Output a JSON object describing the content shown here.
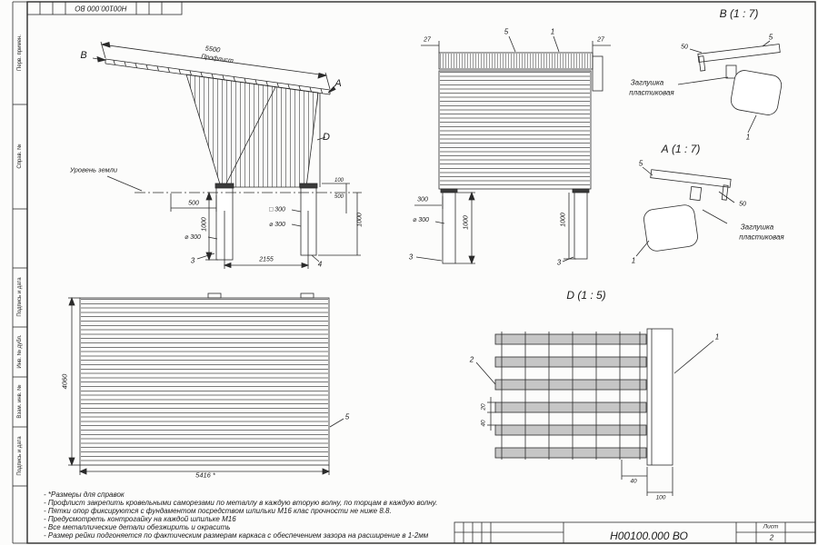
{
  "sheet": {
    "stamp_number": "Н00100.000 ВО",
    "side_labels": {
      "perv": "Перв. примен.",
      "sprav": "Справ. №",
      "podp1": "Подпись и дата",
      "inv_dubl": "Инв. № дубл.",
      "vzam": "Взам. инв. №",
      "podp2": "Подпись и дата"
    }
  },
  "side_view": {
    "view_label_b": "В",
    "view_label_a": "А",
    "view_label_d": "D",
    "dim_span": "5500",
    "material": "Профлист",
    "ground_label": "Уровень земли",
    "dim_500": "500",
    "dim_1000": "1000",
    "dim_d300": "⌀ 300",
    "dim_sq300": "□ 300",
    "dim_d300_r": "⌀ 300",
    "dim_2155": "2155",
    "dim_100_r": "100",
    "dim_500_r": "500",
    "dim_1000_r": "1000",
    "marker_3": "3",
    "marker_4": "4"
  },
  "front_view": {
    "dim_27_l": "27",
    "marker_5": "5",
    "marker_1": "1",
    "dim_27_r": "27",
    "dim_300": "300",
    "dim_d300": "⌀ 300",
    "dim_1000_l": "1000",
    "dim_1000_r": "1000",
    "marker_3_l": "3",
    "marker_3_r": "3"
  },
  "detail_b": {
    "title": "В (1 : 7)",
    "dim_50": "50",
    "dim_5": "5",
    "cap_line1": "Заглушка",
    "cap_line2": "пластиковая",
    "marker_1": "1"
  },
  "detail_a": {
    "title": "А (1 : 7)",
    "dim_5": "5",
    "dim_50": "50",
    "cap_line1": "Заглушка",
    "cap_line2": "пластиковая",
    "marker_1": "1"
  },
  "panel_view": {
    "dim_4060": "4060",
    "dim_5416": "5416 *",
    "marker_5": "5"
  },
  "detail_d": {
    "title": "D (1 : 5)",
    "dim_20": "20",
    "dim_40": "40",
    "dim_40_b": "40",
    "dim_100": "100",
    "marker_2": "2",
    "marker_1": "1"
  },
  "notes": {
    "line1": "- *Размеры для справок",
    "line2": "- Профлист закрепить кровельными саморезами по металлу в каждую вторую волну, по торцам в каждую волну.",
    "line3": "- Пятки опор фиксируются с фундаментом посредством шпильки М16 клас прочности не ниже 8.8.",
    "line4": "- Предусмотреть контрогайку на каждой шпильке М16",
    "line5": "- Все металлические детали обезжирить и окрасить",
    "line6": "- Размер рейки подгоняется по фактическим размерам каркаса с обеспечением зазора на расширение в 1-2мм"
  },
  "title_block": {
    "doc_number": "Н00100.000 ВО",
    "sheet_label": "Лист",
    "sheet_number": "2"
  }
}
